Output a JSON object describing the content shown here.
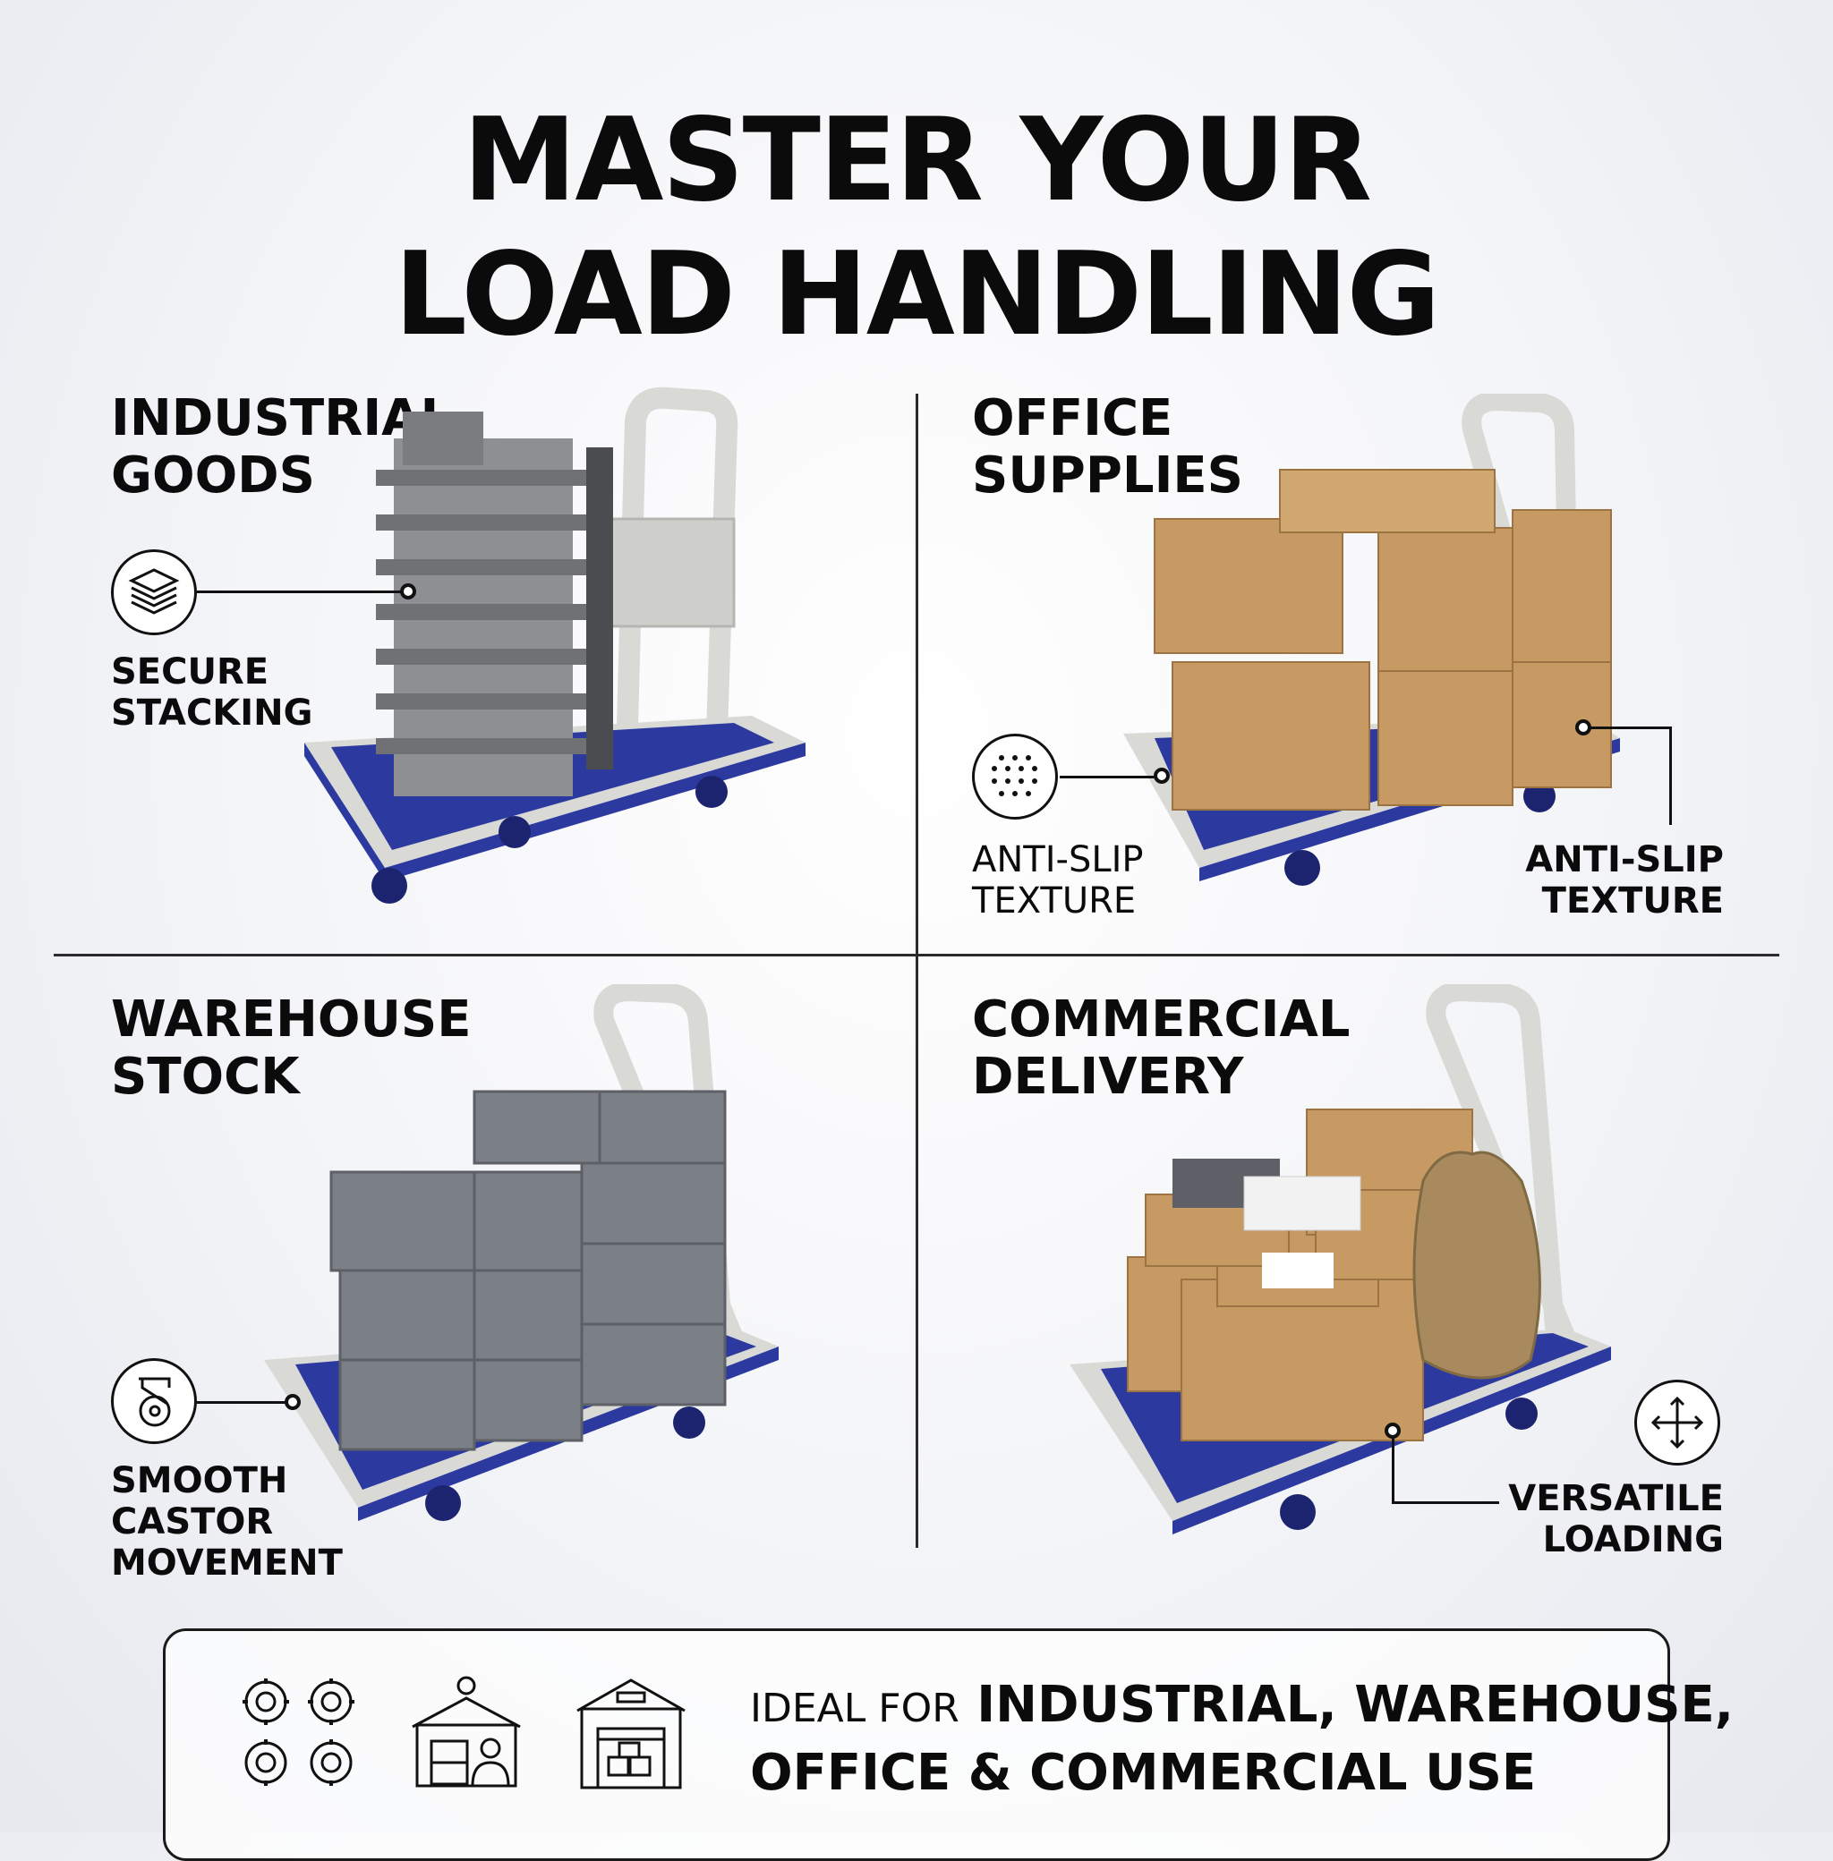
{
  "headline": {
    "line1": "MASTER YOUR",
    "line2": "LOAD HANDLING"
  },
  "quadrants": [
    {
      "title_line1": "INDUSTRIAL",
      "title_line2": "GOODS",
      "feature_line1": "SECURE",
      "feature_line2": "STACKING",
      "icon": "layers-icon"
    },
    {
      "title_line1": "OFFICE",
      "title_line2": "SUPPLIES",
      "feature_line1": "ANTI-SLIP",
      "feature_line2": "TEXTURE",
      "feature_b_line1": "ANTI-SLIP",
      "feature_b_line2": "TEXTURE",
      "icon": "dotted-texture-icon"
    },
    {
      "title_line1": "WAREHOUSE",
      "title_line2": "STOCK",
      "feature_line1": "SMOOTH",
      "feature_line2": "CASTOR",
      "feature_line3": "MOVEMENT",
      "icon": "castor-wheel-icon"
    },
    {
      "title_line1": "COMMERCIAL",
      "title_line2": "DELIVERY",
      "feature_line1": "VERSATILE",
      "feature_line2": "LOADING",
      "icon": "four-way-arrows-icon"
    }
  ],
  "footer": {
    "prefix": "IDEAL FOR",
    "line1_bold": "INDUSTRIAL, WAREHOUSE,",
    "line2_bold": "OFFICE & COMMERCIAL USE",
    "icons": [
      "gears-people-icon",
      "factory-worker-icon",
      "warehouse-icon"
    ]
  },
  "colors": {
    "deck_blue": "#2c3aa0",
    "frame_grey": "#d9d9d6",
    "cardboard": "#c89a63",
    "bin_grey": "#7b7f86",
    "metal": "#8d8f93",
    "sack": "#a88a5e"
  }
}
